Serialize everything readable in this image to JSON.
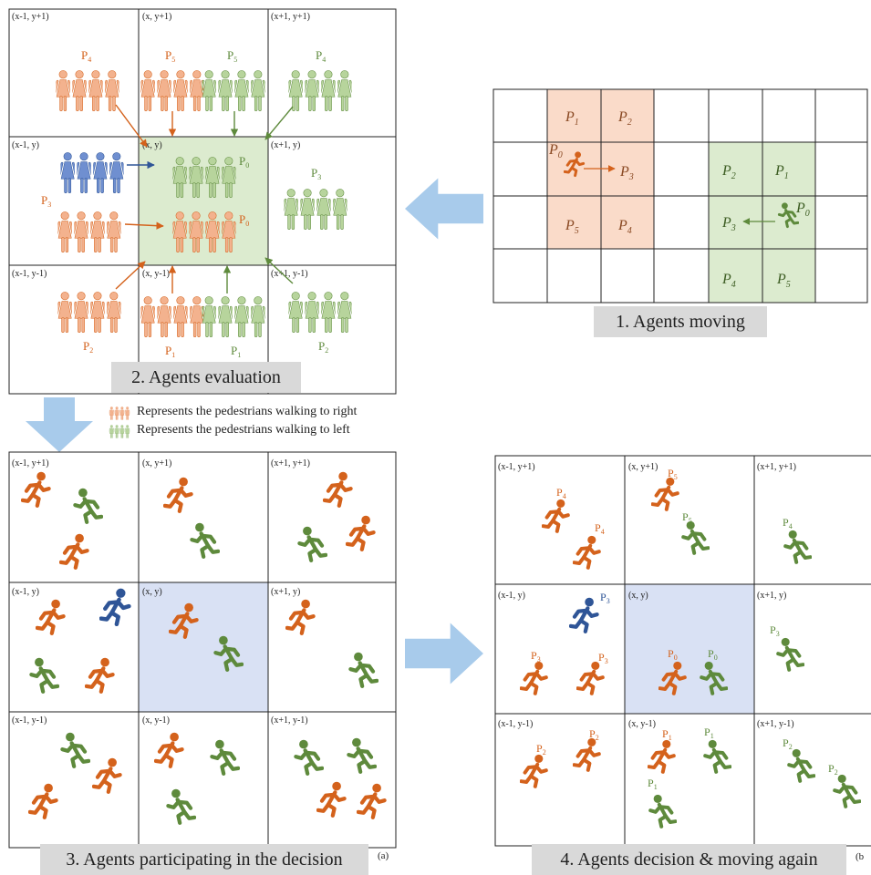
{
  "colors": {
    "orange": "#D4621C",
    "orange_light": "#F3B28E",
    "green": "#5E8A3C",
    "green_light": "#B7D49C",
    "blue": "#2F5597",
    "blue_light": "#6F8FD0",
    "cell_orange": "#FADBC9",
    "cell_green": "#DCEBCF",
    "cell_blue": "#D9E1F4",
    "arrow": "#A8CBEB",
    "caption_bg": "#D9D9D9"
  },
  "panel1": {
    "caption": "1. Agents moving",
    "labels": {
      "p1": "P",
      "p2": "P",
      "p0": "P",
      "p3": "P",
      "p5": "P",
      "p4": "P"
    },
    "subs": {
      "s1": "1",
      "s2": "2",
      "s0": "0",
      "s3": "3",
      "s5": "5",
      "s4": "4"
    }
  },
  "panel2": {
    "caption": "2. Agents evaluation",
    "coords": {
      "tl": "(x-1, y+1)",
      "tm": "(x, y+1)",
      "tr": "(x+1, y+1)",
      "ml": "(x-1, y)",
      "mm": "(x, y)",
      "mr": "(x+1, y)",
      "bl": "(x-1, y-1)",
      "bm": "(x, y-1)",
      "br": "(x+1, y-1)"
    }
  },
  "legend": {
    "right": "Represents the pedestrians walking to right",
    "left": "Represents the pedestrians walking to left"
  },
  "panel3": {
    "caption": "3. Agents participating in the decision",
    "tag": "(a)",
    "coords": {
      "tl": "(x-1, y+1)",
      "tm": "(x, y+1)",
      "tr": "(x+1, y+1)",
      "ml": "(x-1, y)",
      "mm": "(x, y)",
      "mr": "(x+1, y)",
      "bl": "(x-1, y-1)",
      "bm": "(x, y-1)",
      "br": "(x+1, y-1)"
    }
  },
  "panel4": {
    "caption": "4. Agents decision & moving again",
    "tag": "(b",
    "coords": {
      "tl": "(x-1, y+1)",
      "tm": "(x, y+1)",
      "tr": "(x+1, y+1)",
      "ml": "(x-1, y)",
      "mm": "(x, y)",
      "mr": "(x+1, y)",
      "bl": "(x-1, y-1)",
      "bm": "(x, y-1)",
      "br": "(x+1, y-1)"
    }
  }
}
